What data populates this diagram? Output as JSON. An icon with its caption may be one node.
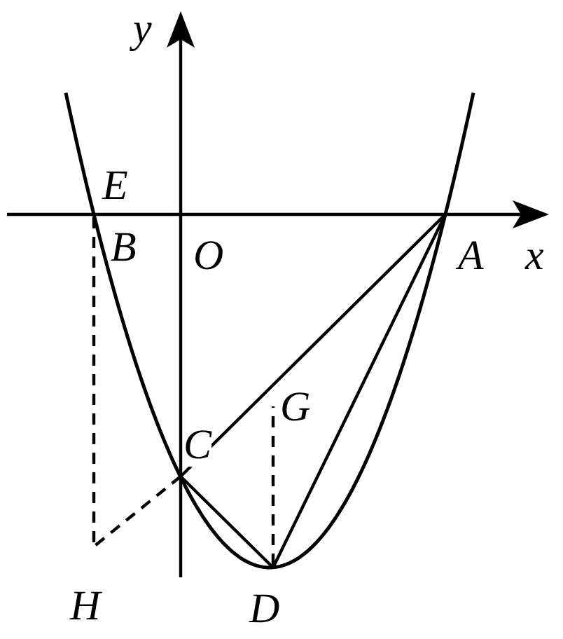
{
  "diagram": {
    "labels": [
      "y",
      "E",
      "B",
      "O",
      "A",
      "x",
      "C",
      "G",
      "H",
      "D"
    ]
  }
}
